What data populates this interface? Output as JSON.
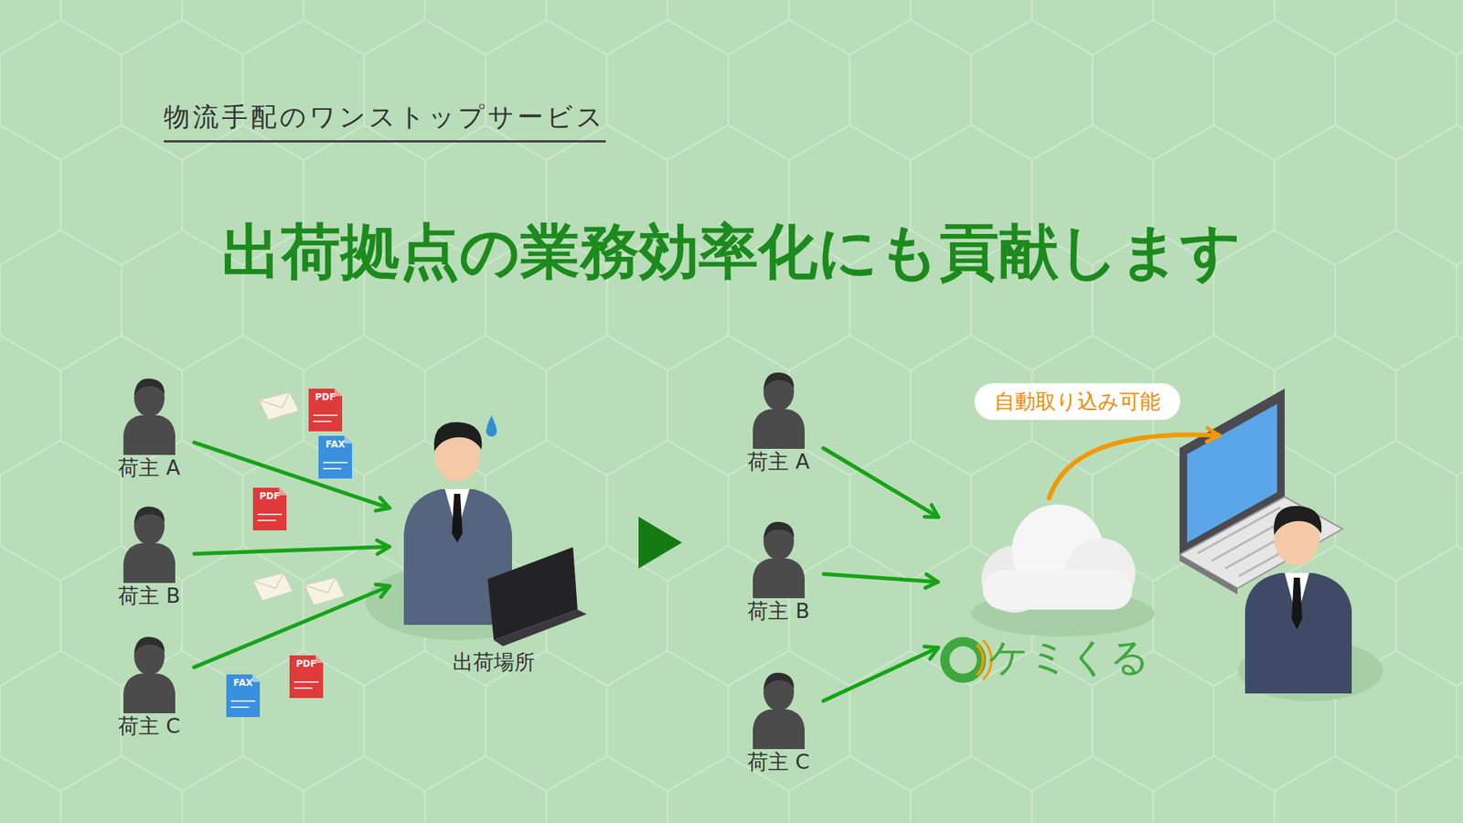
{
  "diagram": {
    "title": "出荷拠点の業務効率化にも貢献します",
    "nodes": [
      {
        "text": [
          "荷主 A"
        ]
      },
      {
        "text": [
          "荷主 B"
        ]
      },
      {
        "text": [
          "荷主 C"
        ]
      },
      {
        "text": [
          "出荷場所"
        ]
      },
      {
        "text": [
          "荷主 A"
        ]
      },
      {
        "text": [
          "荷主 B"
        ]
      },
      {
        "text": [
          "荷主 C"
        ]
      },
      {
        "text": [
          "ケミくる"
        ]
      },
      {
        "text": []
      }
    ],
    "edges": [
      {
        "from": 0,
        "to": 3,
        "arrow": "to"
      },
      {
        "from": 1,
        "to": 3,
        "arrow": "to"
      },
      {
        "from": 2,
        "to": 3,
        "arrow": "to"
      },
      {
        "from": 4,
        "to": 7,
        "arrow": "to"
      },
      {
        "from": 5,
        "to": 7,
        "arrow": "to"
      },
      {
        "from": 6,
        "to": 7,
        "arrow": "to"
      },
      {
        "from": 7,
        "to": 8,
        "label": "自動取り込み可能",
        "arrow": "to"
      }
    ],
    "labels": [
      "物流手配のワンストップサービス",
      "PDF",
      "FAX",
      "PDF",
      "FAX",
      "PDF"
    ]
  }
}
